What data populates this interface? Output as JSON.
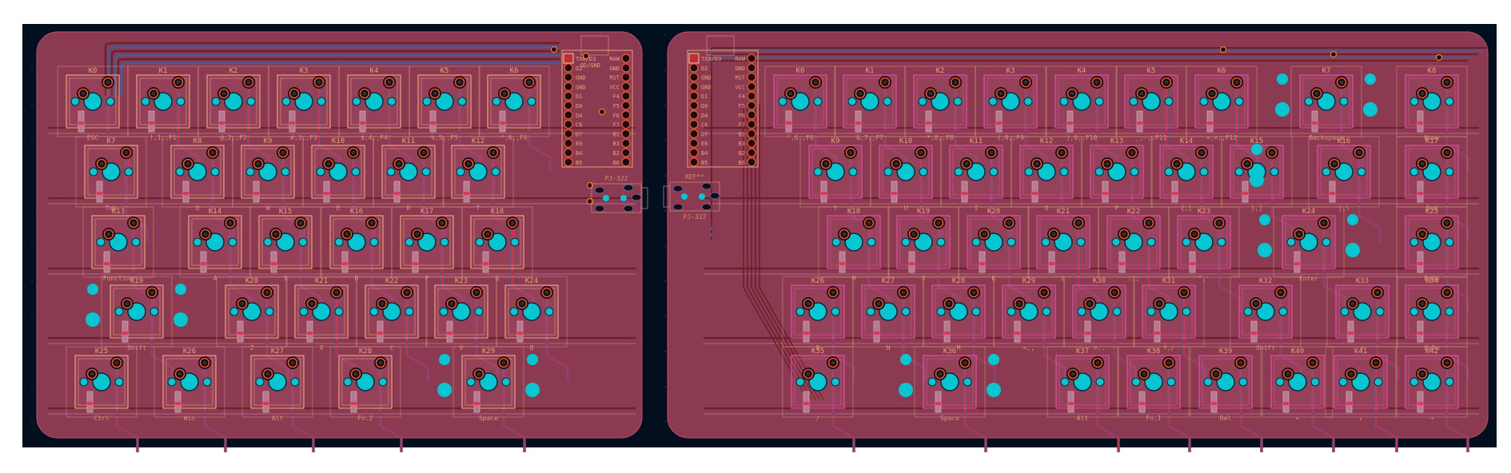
{
  "view": "PCB layout editor canvas",
  "colors": {
    "background": "#020f1f",
    "board_fill": "#8c3a52",
    "board_edge": "#b04a64",
    "front_copper": "#d8263a",
    "back_copper": "#3a5f9c",
    "zone_trace": "#6e1f2c",
    "pad_ring": "#e0562a",
    "npth_hole": "#06c6d2",
    "silkscreen": "#e8a07a",
    "courtyard": "#d46a80",
    "fab_outline": "#e050a0"
  },
  "boards": [
    {
      "name": "left-half",
      "rows": [
        [
          {
            "ref": "K0",
            "label": "ESC"
          },
          {
            "ref": "K1",
            "label": "!,1,,F1"
          },
          {
            "ref": "K2",
            "label": "@,2,,F2"
          },
          {
            "ref": "K3",
            "label": "#,3,,F3"
          },
          {
            "ref": "K4",
            "label": "$,4,,F4"
          },
          {
            "ref": "K5",
            "label": "%,5,,F5"
          },
          {
            "ref": "K6",
            "label": "^,6,,F6"
          }
        ],
        [
          {
            "ref": "K7",
            "label": "Tab"
          },
          {
            "ref": "K8",
            "label": "Q"
          },
          {
            "ref": "K9",
            "label": "W"
          },
          {
            "ref": "K10",
            "label": "E"
          },
          {
            "ref": "K11",
            "label": "R"
          },
          {
            "ref": "K12",
            "label": "T"
          }
        ],
        [
          {
            "ref": "K13",
            "label": "Function"
          },
          {
            "ref": "K14",
            "label": "A"
          },
          {
            "ref": "K15",
            "label": "S"
          },
          {
            "ref": "K16",
            "label": "D"
          },
          {
            "ref": "K17",
            "label": "F"
          },
          {
            "ref": "K18",
            "label": "G"
          }
        ],
        [
          {
            "ref": "K19",
            "label": "Shift"
          },
          {
            "ref": "K20",
            "label": "Z"
          },
          {
            "ref": "K21",
            "label": "X"
          },
          {
            "ref": "K22",
            "label": "C"
          },
          {
            "ref": "K23",
            "label": "V"
          },
          {
            "ref": "K24",
            "label": "B"
          }
        ],
        [
          {
            "ref": "K25",
            "label": "Ctrl"
          },
          {
            "ref": "K26",
            "label": "Win"
          },
          {
            "ref": "K27",
            "label": "Alt"
          },
          {
            "ref": "K28",
            "label": "Fn.2"
          },
          {
            "ref": "K29",
            "label": "Space"
          }
        ]
      ],
      "mcu": {
        "left_pins": [
          "TX0/D3",
          "D2",
          "GND",
          "GND",
          "D1",
          "D0",
          "D4",
          "C6",
          "D7",
          "E6",
          "B4",
          "B5"
        ],
        "right_pins": [
          "RAW",
          "GND",
          "RST",
          "VCC",
          "F4",
          "F5",
          "F6",
          "F7",
          "B1",
          "B3",
          "B2",
          "B6"
        ],
        "extra_label": "GD/GND"
      },
      "jack": {
        "ref": "PJ-322"
      }
    },
    {
      "name": "right-half",
      "rows": [
        [
          {
            "ref": "K0",
            "label": "^,6,,F6"
          },
          {
            "ref": "K1",
            "label": "&,7,,F7"
          },
          {
            "ref": "K2",
            "label": "*,8,,F8"
          },
          {
            "ref": "K3",
            "label": "(,9,,F9"
          },
          {
            "ref": "K4",
            "label": "),0,,F10"
          },
          {
            "ref": "K5",
            "label": "_,-,,F11"
          },
          {
            "ref": "K6",
            "label": "+,=,,F12"
          },
          {
            "ref": "K7",
            "label": "Backspace"
          },
          {
            "ref": "K8",
            "label": "Home"
          }
        ],
        [
          {
            "ref": "K9",
            "label": "Y"
          },
          {
            "ref": "K10",
            "label": "U"
          },
          {
            "ref": "K11",
            "label": "I"
          },
          {
            "ref": "K12",
            "label": "O"
          },
          {
            "ref": "K13",
            "label": "P"
          },
          {
            "ref": "K14",
            "label": "{,["
          },
          {
            "ref": "K15",
            "label": "},]"
          },
          {
            "ref": "K16",
            "label": "|,\\"
          },
          {
            "ref": "K17",
            "label": "End"
          }
        ],
        [
          {
            "ref": "K18",
            "label": "H"
          },
          {
            "ref": "K19",
            "label": "J"
          },
          {
            "ref": "K20",
            "label": "K"
          },
          {
            "ref": "K21",
            "label": "L"
          },
          {
            "ref": "K22",
            "label": ":,;"
          },
          {
            "ref": "K23",
            "label": "\",'"
          },
          {
            "ref": "K24",
            "label": "Enter"
          },
          {
            "ref": "K25",
            "label": "PgUp"
          }
        ],
        [
          {
            "ref": "K26",
            "label": "B"
          },
          {
            "ref": "K27",
            "label": "N"
          },
          {
            "ref": "K28",
            "label": "M"
          },
          {
            "ref": "K29",
            "label": "<,,"
          },
          {
            "ref": "K30",
            "label": ">,."
          },
          {
            "ref": "K31",
            "label": "?,/"
          },
          {
            "ref": "K32",
            "label": "Shift"
          },
          {
            "ref": "K33",
            "label": "↑"
          },
          {
            "ref": "K34",
            "label": "PgDn"
          }
        ],
        [
          {
            "ref": "K35",
            "label": "/"
          },
          {
            "ref": "K36",
            "label": "Space"
          },
          {
            "ref": "K37",
            "label": "Alt"
          },
          {
            "ref": "K38",
            "label": "Fn.1"
          },
          {
            "ref": "K39",
            "label": "Del"
          },
          {
            "ref": "K40",
            "label": "←"
          },
          {
            "ref": "K41",
            "label": "↓"
          },
          {
            "ref": "K42",
            "label": "→"
          }
        ]
      ],
      "mcu": {
        "left_pins": [
          "TX0/D3",
          "D2",
          "GND",
          "GND",
          "D1",
          "D0",
          "D4",
          "C6",
          "D7",
          "E6",
          "B4",
          "B5"
        ],
        "right_pins": [
          "RAW",
          "GND",
          "RST",
          "VCC",
          "F4",
          "F5",
          "F6",
          "F7",
          "B1",
          "B3",
          "B2",
          "B6"
        ]
      },
      "jack": {
        "ref": "PJ-322",
        "value": "REF**"
      }
    }
  ]
}
